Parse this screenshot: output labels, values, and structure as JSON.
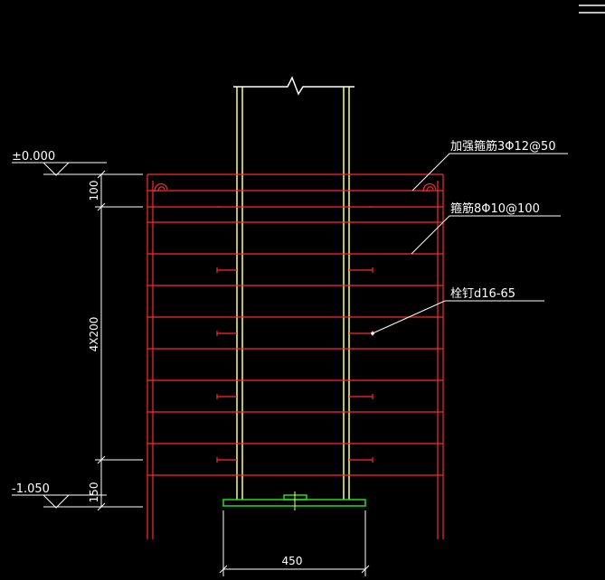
{
  "colors": {
    "background": "#000000",
    "steel": "#ffff66",
    "rebar": "#ff2a2a",
    "base_plate": "#22dd22",
    "dimension": "#ffffff"
  },
  "elevations": {
    "top": "±0.000",
    "bottom": "-1.050"
  },
  "dimensions": {
    "top_cover": "100",
    "stirrup_spacing": "4X200",
    "bottom_cover": "150",
    "width": "450"
  },
  "callouts": {
    "reinforced_stirrup": "加强箍筋3Φ12@50",
    "stirrup": "箍筋8Φ10@100",
    "shear_stud": "栓钉d16-65"
  },
  "icons": {
    "menu": "menu-icon",
    "break": "break-line-icon",
    "elevation": "elevation-marker-icon"
  }
}
